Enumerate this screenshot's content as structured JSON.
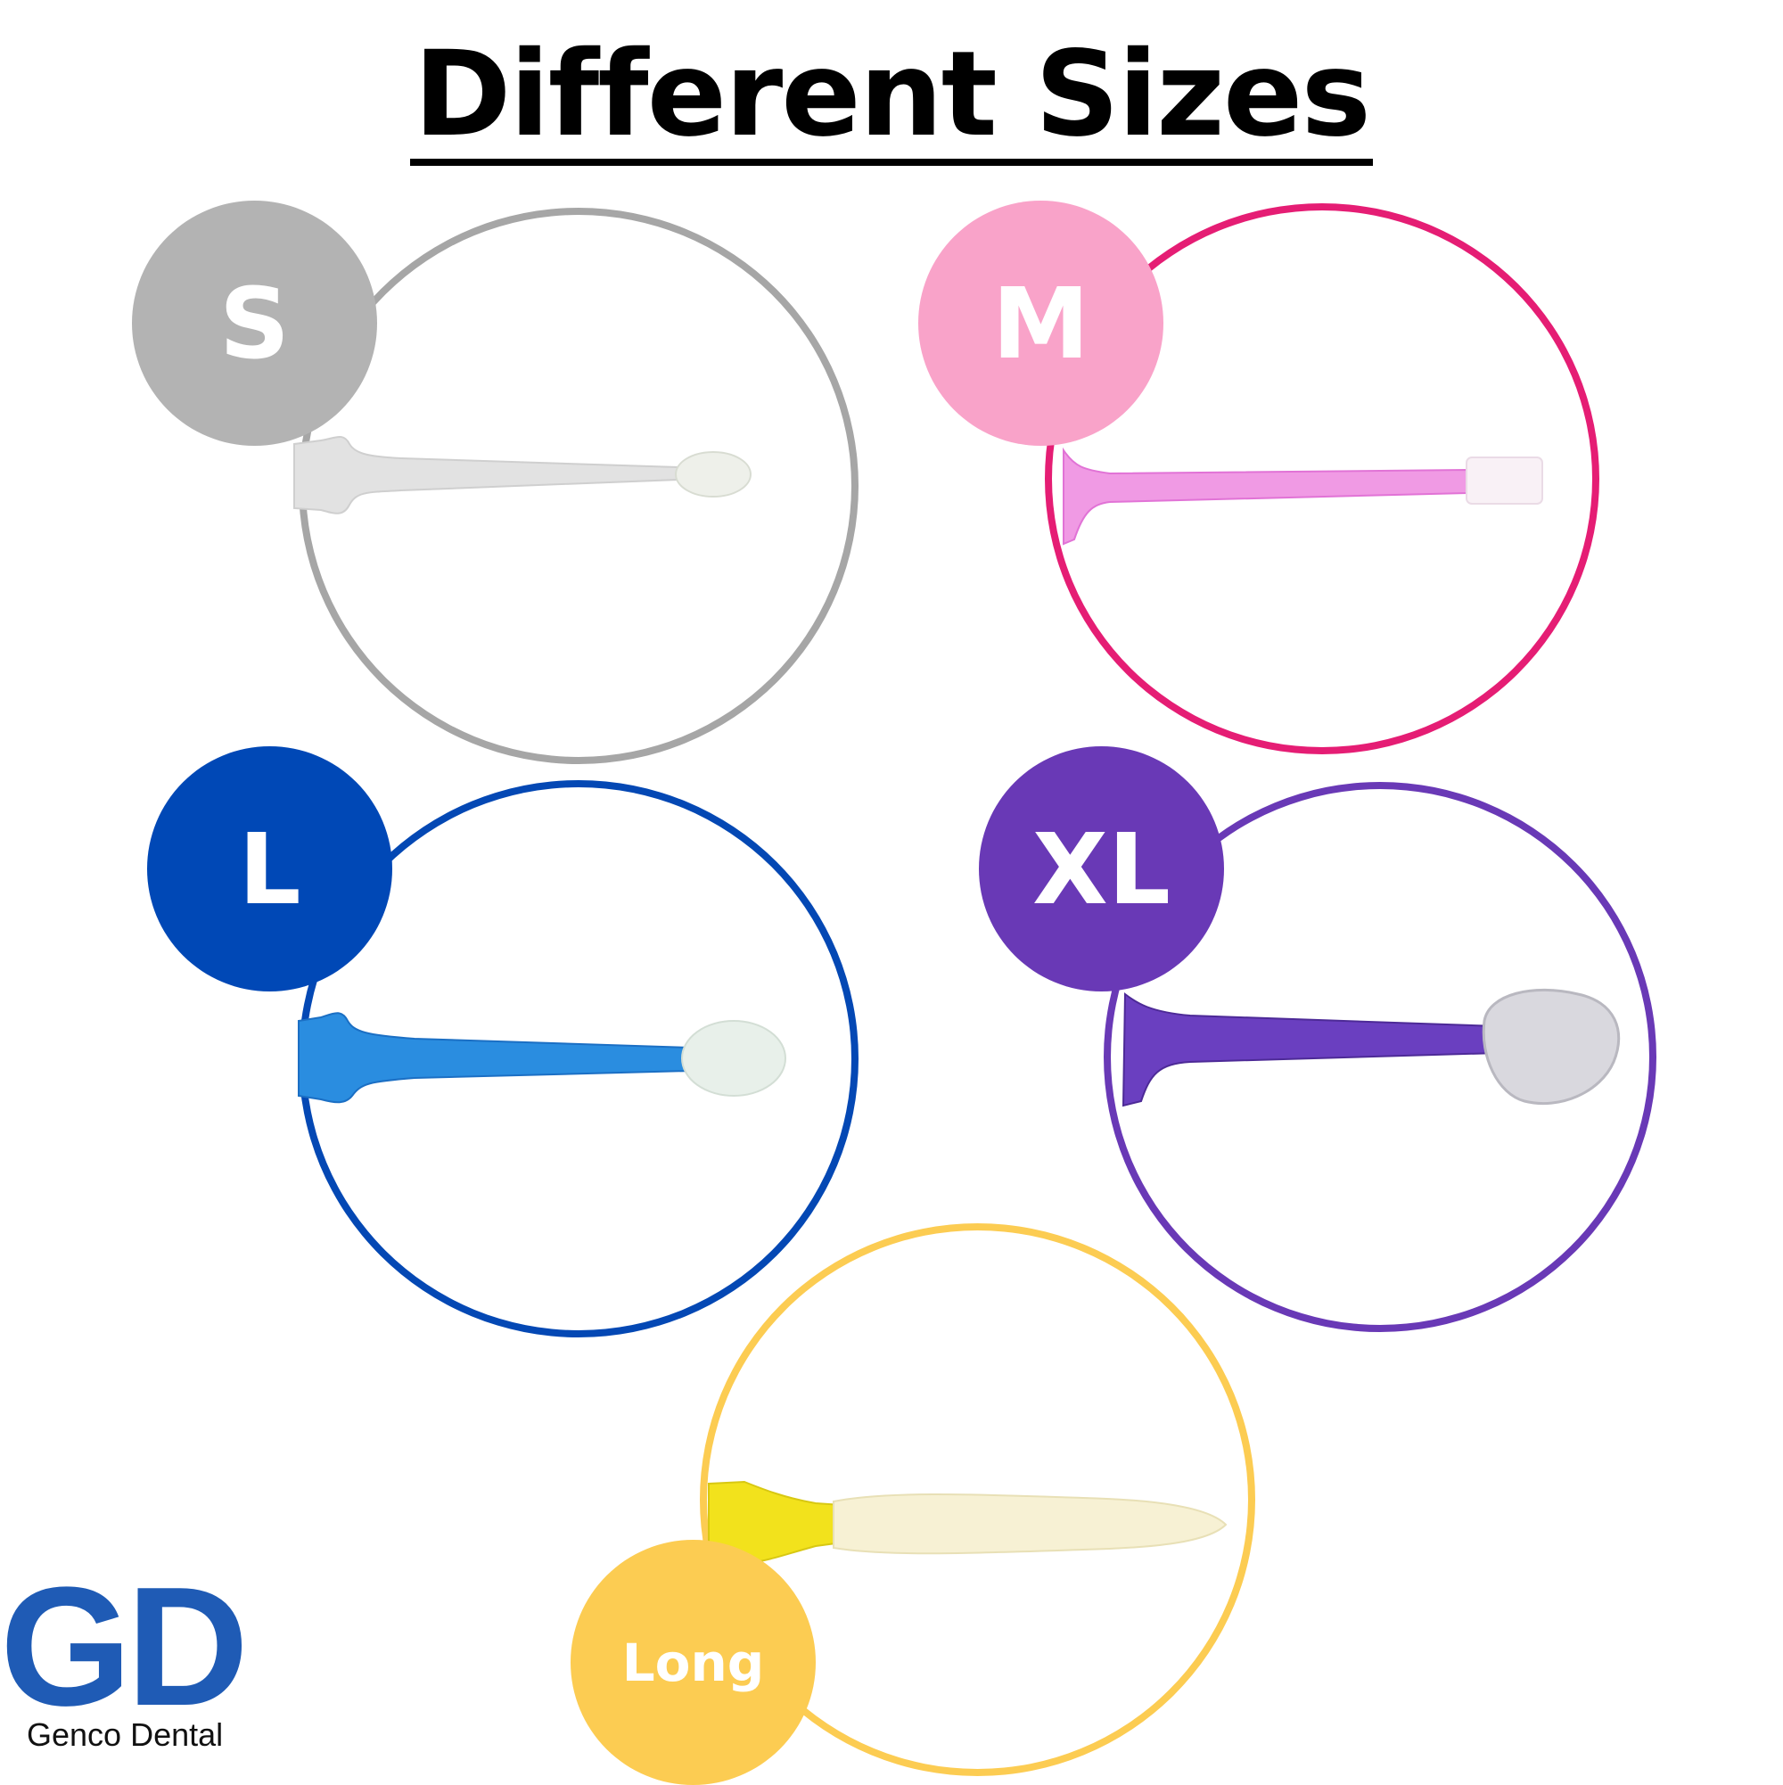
{
  "title": "Different Sizes",
  "sizes": [
    {
      "label": "S",
      "color": "#b3b3b3",
      "ring_color": "#a6a6a6"
    },
    {
      "label": "M",
      "color": "#f9a3c9",
      "ring_color": "#e51d74"
    },
    {
      "label": "L",
      "color": "#0048b6",
      "ring_color": "#0448b4"
    },
    {
      "label": "XL",
      "color": "#6939b6",
      "ring_color": "#6939b6"
    },
    {
      "label": "Long",
      "color": "#fccc52",
      "ring_color": "#fccc52"
    }
  ],
  "logo": {
    "letters": "GD",
    "name": "Genco Dental",
    "color": "#1f5bb5"
  }
}
